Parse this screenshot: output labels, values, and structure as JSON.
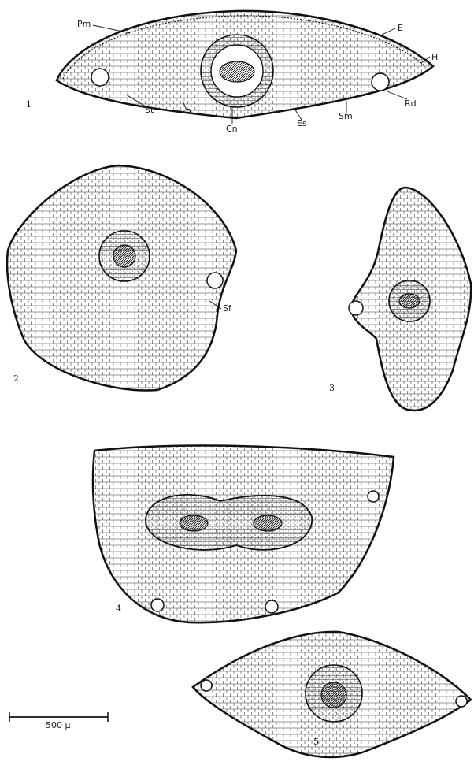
{
  "figure_numbers": [
    "1",
    "2",
    "3",
    "4",
    "5"
  ],
  "labels": {
    "pm": "Pm",
    "e": "E",
    "h": "H",
    "st": "St",
    "p": "P",
    "cn": "Cn",
    "es": "Es",
    "sm": "Sm",
    "rd": "Rd",
    "sf": "Sf"
  },
  "scale_bar": {
    "label": "500 µ"
  },
  "colors": {
    "ink": "#1a1a1a",
    "paper": "#ffffff"
  }
}
